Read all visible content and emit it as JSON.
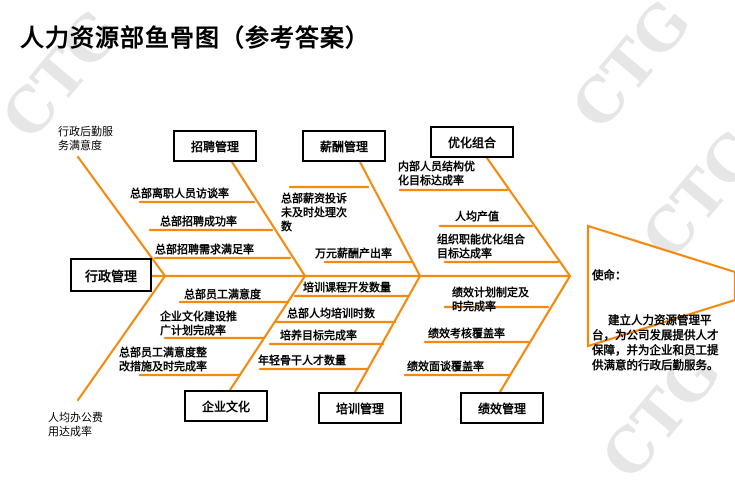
{
  "title": "人力资源部鱼骨图（参考答案）",
  "head": {
    "label": "使命：",
    "text": "    建立人力资源管理平台，为公司发展提供人才保障，并为企业和员工提供满意的行政后勤服务。"
  },
  "tail_box": "行政管理",
  "tail_notes": {
    "top": "行政后勤服\n务满意度",
    "bottom": "人均办公费\n用达成率"
  },
  "categories": {
    "recruit": "招聘管理",
    "salary": "薪酬管理",
    "optimize": "优化组合",
    "culture": "企业文化",
    "training": "培训管理",
    "performance": "绩效管理"
  },
  "sub": {
    "recruit": [
      "总部离职人员访谈率",
      "总部招聘成功率",
      "总部招聘需求满足率"
    ],
    "salary": [
      "总部薪资投诉\n未及时处理次\n数",
      "万元薪酬产出率"
    ],
    "optimize": [
      "内部人员结构优\n化目标达成率",
      "人均产值",
      "组织职能优化组合\n目标达成率"
    ],
    "culture": [
      "总部员工满意度",
      "企业文化建设推\n广计划完成率",
      "总部员工满意度整\n改措施及时完成率"
    ],
    "training": [
      "培训课程开发数量",
      "总部人均培训时数",
      "培养目标完成率",
      "年轻骨干人才数量"
    ],
    "performance": [
      "绩效计划制定及\n时完成率",
      "绩效考核覆盖率",
      "绩效面谈覆盖率"
    ]
  },
  "colors": {
    "bone": "#f28a0f",
    "text": "#000000",
    "watermark": "#e6e6e6"
  },
  "watermark": "CTG"
}
